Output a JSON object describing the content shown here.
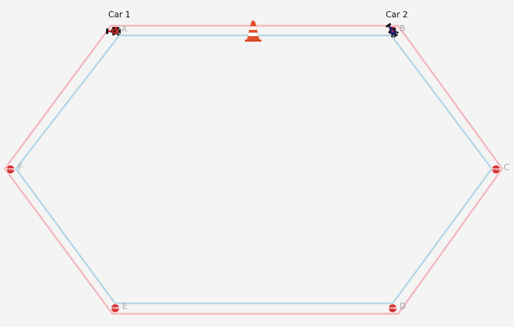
{
  "cars": [
    {
      "label": "Car 1",
      "color": "#c62828",
      "icon": "race-car-icon"
    },
    {
      "label": "Car 2",
      "color": "#1a237e",
      "icon": "race-car-icon"
    }
  ],
  "waypoints": [
    {
      "label": "A"
    },
    {
      "label": "B"
    },
    {
      "label": "C"
    },
    {
      "label": "D"
    },
    {
      "label": "E"
    },
    {
      "label": "F"
    }
  ],
  "stop_sign": {
    "text": "STOP",
    "color": "#d32f2f",
    "icon": "stop-sign-icon"
  },
  "lanes": {
    "outer_color": "#f4b6bd",
    "inner_color": "#b3d5e6"
  },
  "obstacle": {
    "icon": "traffic-cone-icon",
    "color": "#e0532b"
  },
  "background": "#f4f4f4"
}
